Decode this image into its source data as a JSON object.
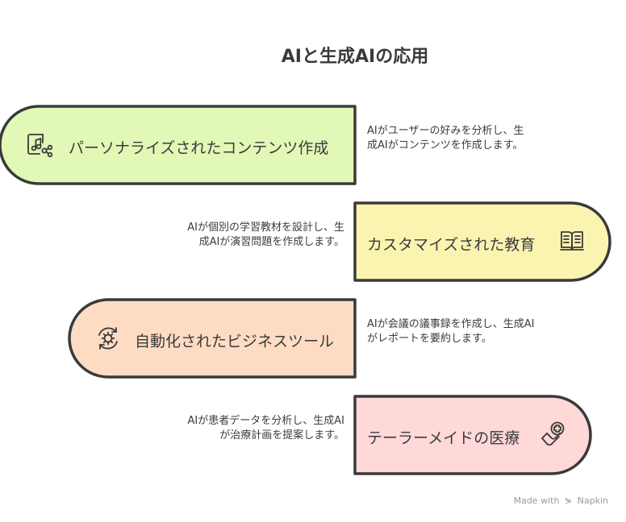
{
  "title": "AIと生成AIの応用",
  "items": [
    {
      "label": "パーソナライズされたコンテンツ作成",
      "description": "AIがユーザーの好みを分析し、生成AIがコンテンツを作成します。",
      "icon": "music-share-icon",
      "color": "#e2f8b6"
    },
    {
      "label": "カスタマイズされた教育",
      "description": "AIが個別の学習教材を設計し、生成AIが演習問題を作成します。",
      "icon": "open-book-icon",
      "color": "#fbf4b0"
    },
    {
      "label": "自動化されたビジネスツール",
      "description": "AIが会議の議事録を作成し、生成AIがレポートを要約します。",
      "icon": "gear-cycle-icon",
      "color": "#fedcc4"
    },
    {
      "label": "テーラーメイドの医療",
      "description": "AIが患者データを分析し、生成AIが治療計画を提案します。",
      "icon": "medical-heart-icon",
      "color": "#ffd8d8"
    }
  ],
  "footer": {
    "made_with": "Made with",
    "brand": "Napkin"
  }
}
